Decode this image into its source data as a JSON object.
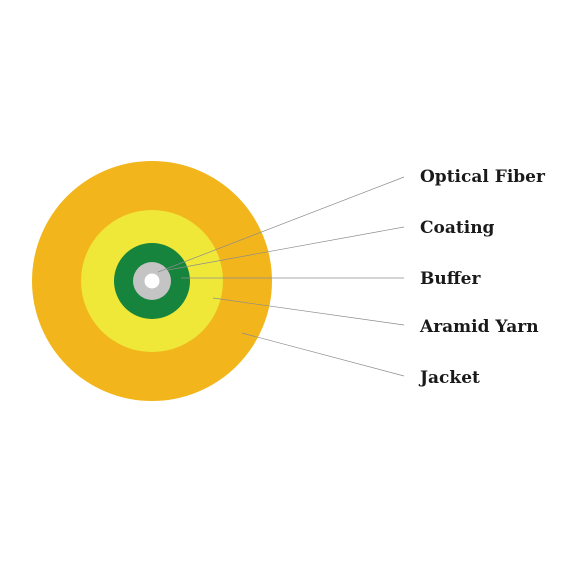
{
  "diagram": {
    "layers": [
      {
        "key": "jacket",
        "label": "Jacket",
        "color": "#F2B61C"
      },
      {
        "key": "aramid",
        "label": "Aramid Yarn",
        "color": "#EFE839"
      },
      {
        "key": "buffer",
        "label": "Buffer",
        "color": "#16843C"
      },
      {
        "key": "coating",
        "label": "Coating",
        "color": "#C4C4C4"
      },
      {
        "key": "fiber",
        "label": "Optical Fiber",
        "color": "#FFFFFF"
      }
    ]
  }
}
